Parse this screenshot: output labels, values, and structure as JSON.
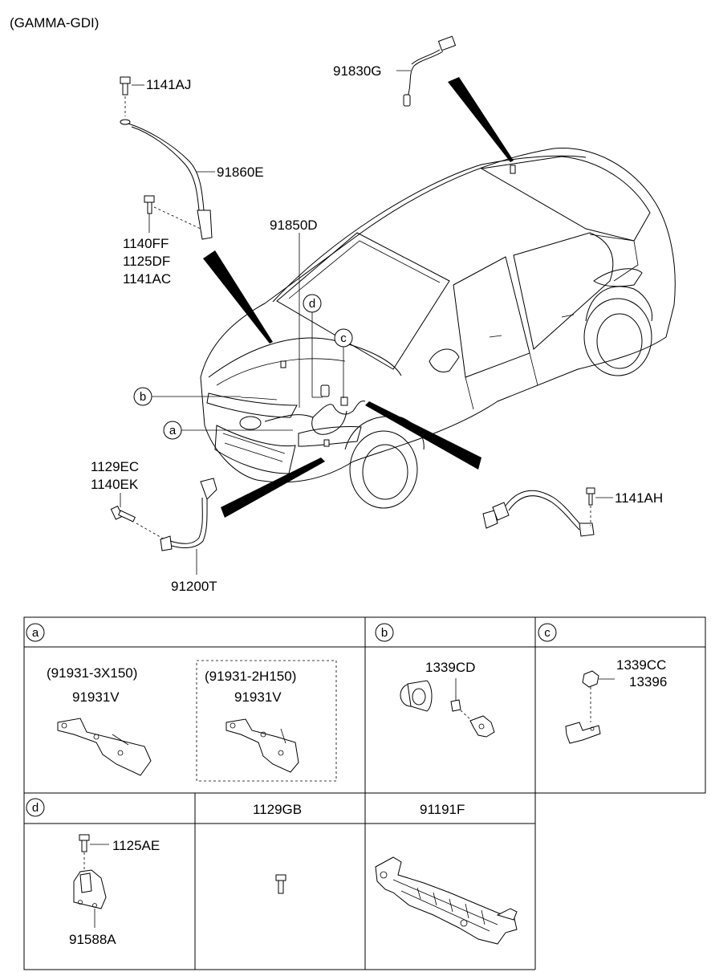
{
  "title": "(GAMMA-GDI)",
  "callouts": {
    "p1141AJ": "1141AJ",
    "p91830G": "91830G",
    "p91860E": "91860E",
    "p1140FF": "1140FF",
    "p1125DF": "1125DF",
    "p1141AC": "1141AC",
    "p91850D": "91850D",
    "p1129EC": "1129EC",
    "p1140EK": "1140EK",
    "p91200T": "91200T",
    "p1141AH": "1141AH"
  },
  "detail_markers": [
    "a",
    "b",
    "c",
    "d"
  ],
  "table": {
    "a": {
      "marker": "a",
      "left_code": "(91931-3X150)",
      "left_part": "91931V",
      "right_code": "(91931-2H150)",
      "right_part": "91931V"
    },
    "b": {
      "marker": "b",
      "part": "1339CD"
    },
    "c": {
      "marker": "c",
      "part1": "1339CC",
      "part2": "13396"
    },
    "d": {
      "marker": "d",
      "part1": "1125AE",
      "part2": "91588A"
    },
    "col_1129GB": "1129GB",
    "col_91191F": "91191F"
  }
}
